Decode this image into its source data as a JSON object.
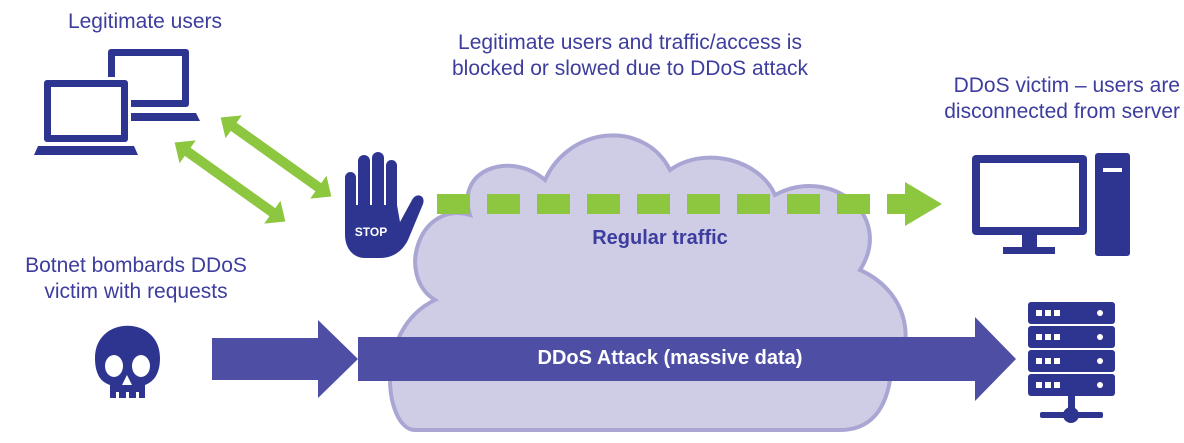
{
  "labels": {
    "legit_users": "Legitimate users",
    "blocked_line1": "Legitimate users and traffic/access is",
    "blocked_line2": "blocked or slowed due to DDoS attack",
    "victim_line1": "DDoS victim – users are",
    "victim_line2": "disconnected from server",
    "botnet_line1": "Botnet bombards DDoS",
    "botnet_line2": "victim with requests",
    "regular_traffic": "Regular traffic",
    "attack": "DDoS Attack (massive data)",
    "stop": "STOP"
  },
  "colors": {
    "text": "#3d3d9e",
    "navy": "#2e3591",
    "cloud_fill": "#cfcde6",
    "cloud_stroke": "#a9a6d3",
    "green": "#8dc63f",
    "attack_arrow": "#4d4ea4",
    "white": "#ffffff"
  },
  "icons": [
    "laptop-icon",
    "stop-hand-icon",
    "skull-icon",
    "desktop-computer-icon",
    "server-rack-icon"
  ]
}
